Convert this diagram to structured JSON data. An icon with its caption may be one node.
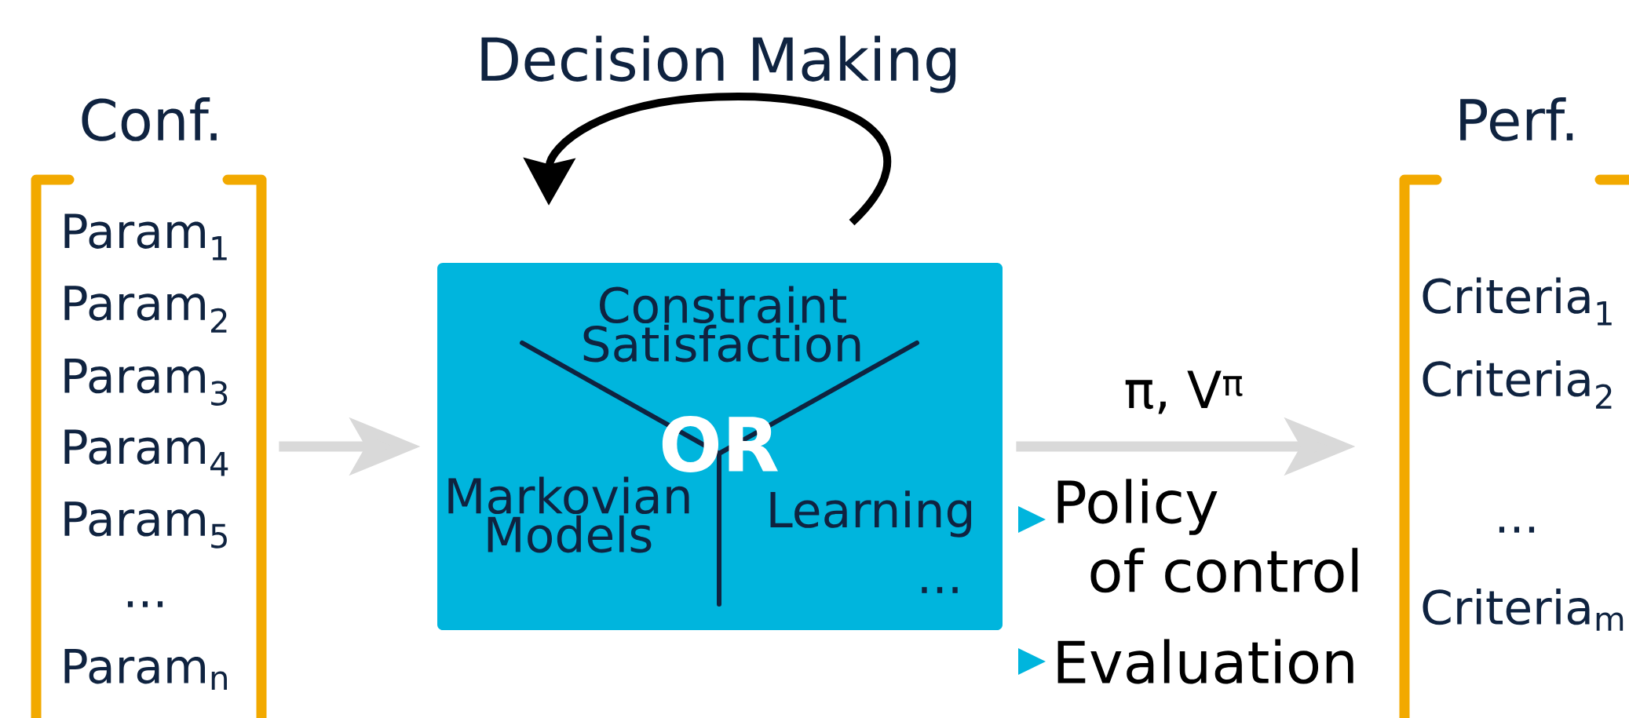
{
  "diagram": {
    "nodes": [
      {
        "text": [
          "Conf.",
          "Param$_{1}$",
          "Param$_{2}$",
          "Param$_{3}$",
          "Param$_{4}$",
          "Param$_{5}$",
          "...",
          "Param$_{n}$"
        ]
      },
      {
        "text": [
          "Constraint Satisfaction",
          "OR",
          "Markovian Models",
          "Learning",
          "..."
        ]
      },
      {
        "text": [
          "Perf.",
          "Criteria$_{1}$",
          "Criteria$_{2}$",
          "...",
          "Criteria$_{m}$"
        ]
      }
    ],
    "edges": [
      {
        "from": 0,
        "to": 1,
        "arrow": "to"
      },
      {
        "from": 1,
        "to": 2,
        "arrow": "to",
        "label": "π, V$^{π}$"
      },
      {
        "from": 1,
        "to": 1,
        "arrow": "to",
        "label": "Decision Making",
        "color": "#000000"
      }
    ],
    "labels": [
      "Policy of control",
      "Evaluation"
    ]
  }
}
